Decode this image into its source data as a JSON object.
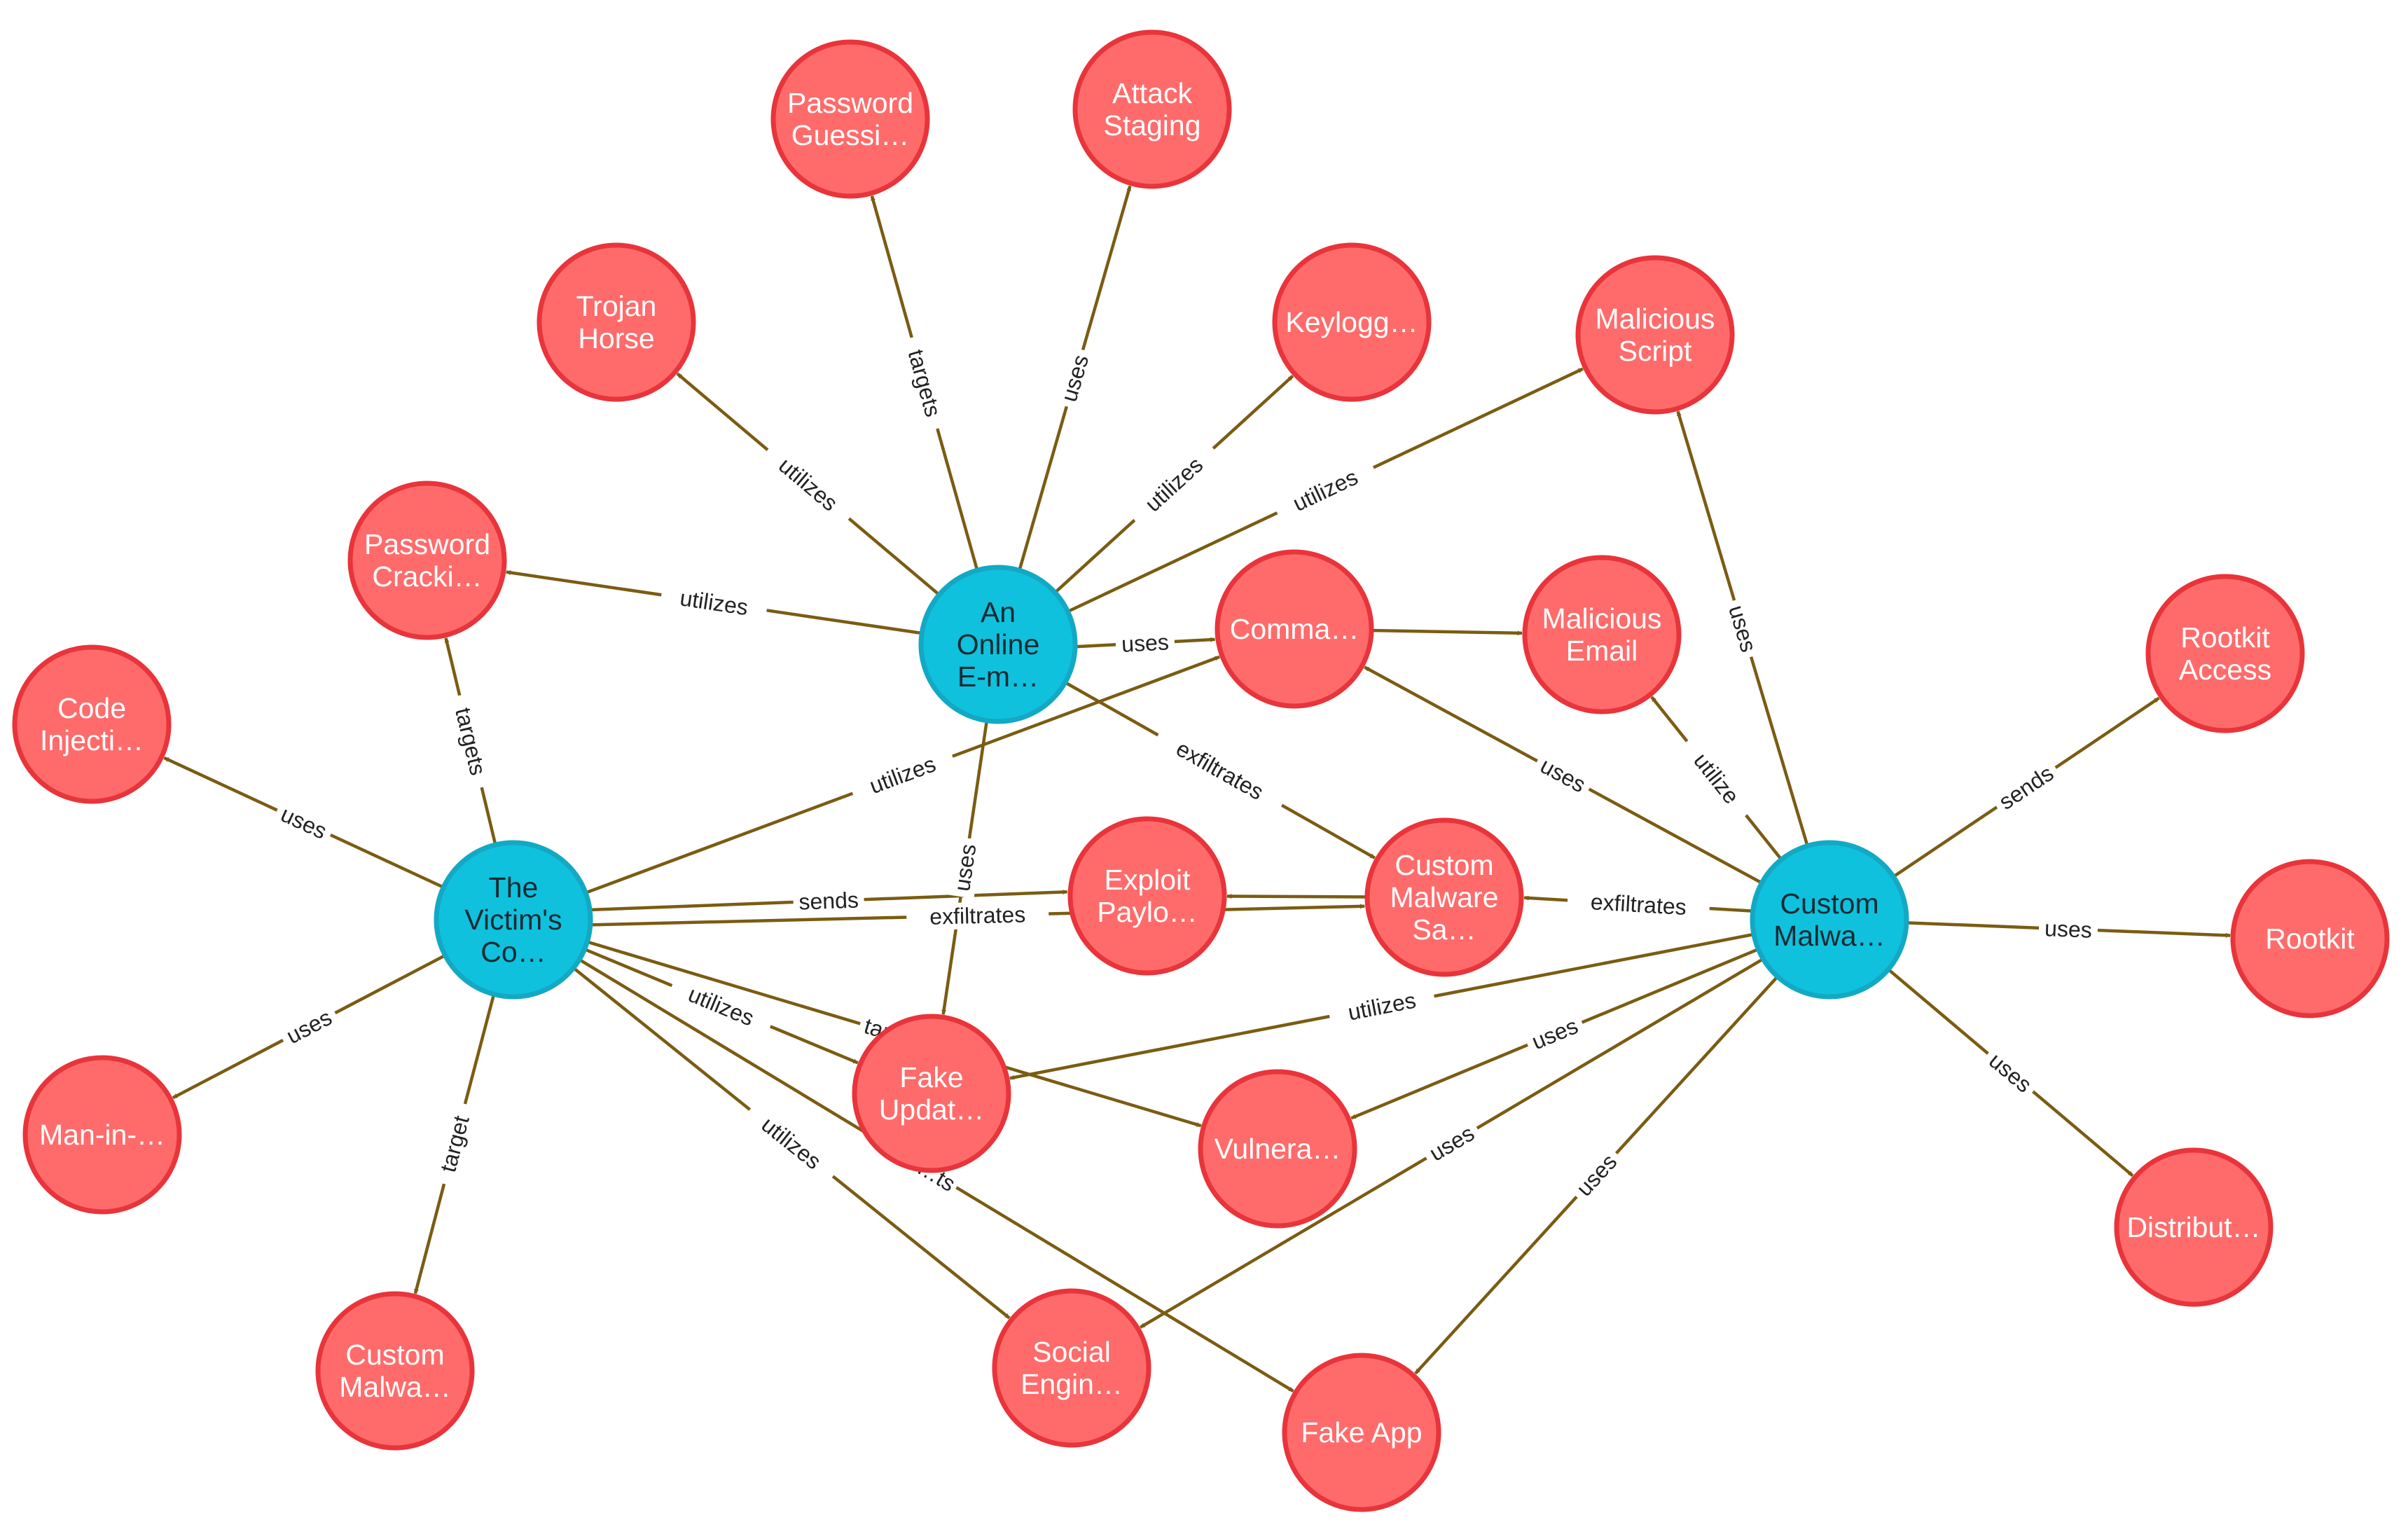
{
  "colors": {
    "entity_fill": "#ff6b6b",
    "entity_stroke": "#e8343a",
    "entity_text": "#ffffff",
    "actor_fill": "#0fc1dc",
    "actor_stroke": "#13a8c4",
    "actor_text": "#1a2a33",
    "edge": "#7a5c12",
    "edge_label_bg": "#ffffff"
  },
  "nodes": [
    {
      "id": "online",
      "kind": "actor",
      "lines": [
        "An",
        "Online",
        "E-m…"
      ]
    },
    {
      "id": "victim",
      "kind": "actor",
      "lines": [
        "The",
        "Victim's",
        "Co…"
      ]
    },
    {
      "id": "cmal",
      "kind": "actor",
      "lines": [
        "Custom",
        "Malwa…"
      ]
    },
    {
      "id": "pwguess",
      "kind": "entity",
      "lines": [
        "Password",
        "Guessi…"
      ]
    },
    {
      "id": "staging",
      "kind": "entity",
      "lines": [
        "Attack",
        "Staging"
      ]
    },
    {
      "id": "trojan",
      "kind": "entity",
      "lines": [
        "Trojan",
        "Horse"
      ]
    },
    {
      "id": "keylog",
      "kind": "entity",
      "lines": [
        "Keylogg…"
      ]
    },
    {
      "id": "malscript",
      "kind": "entity",
      "lines": [
        "Malicious",
        "Script"
      ]
    },
    {
      "id": "pwcrack",
      "kind": "entity",
      "lines": [
        "Password",
        "Cracki…"
      ]
    },
    {
      "id": "comma",
      "kind": "entity",
      "lines": [
        "Comma…"
      ]
    },
    {
      "id": "malemail",
      "kind": "entity",
      "lines": [
        "Malicious",
        "Email"
      ]
    },
    {
      "id": "rootkitacc",
      "kind": "entity",
      "lines": [
        "Rootkit",
        "Access"
      ]
    },
    {
      "id": "codeinj",
      "kind": "entity",
      "lines": [
        "Code",
        "Injecti…"
      ]
    },
    {
      "id": "exploit",
      "kind": "entity",
      "lines": [
        "Exploit",
        "Paylo…"
      ]
    },
    {
      "id": "cmsample",
      "kind": "entity",
      "lines": [
        "Custom",
        "Malware",
        "Sa…"
      ]
    },
    {
      "id": "rootkit",
      "kind": "entity",
      "lines": [
        "Rootkit"
      ]
    },
    {
      "id": "mitm",
      "kind": "entity",
      "lines": [
        "Man-in-…"
      ]
    },
    {
      "id": "fakeupd",
      "kind": "entity",
      "lines": [
        "Fake",
        "Updat…"
      ]
    },
    {
      "id": "vuln",
      "kind": "entity",
      "lines": [
        "Vulnera…"
      ]
    },
    {
      "id": "distrib",
      "kind": "entity",
      "lines": [
        "Distribut…"
      ]
    },
    {
      "id": "custmalw",
      "kind": "entity",
      "lines": [
        "Custom",
        "Malwa…"
      ]
    },
    {
      "id": "soceng",
      "kind": "entity",
      "lines": [
        "Social",
        "Engin…"
      ]
    },
    {
      "id": "fakeapp",
      "kind": "entity",
      "lines": [
        "Fake App"
      ]
    }
  ],
  "edges": [
    {
      "from": "online",
      "to": "pwguess",
      "label": "targets"
    },
    {
      "from": "online",
      "to": "staging",
      "label": "uses"
    },
    {
      "from": "online",
      "to": "trojan",
      "label": "utilizes"
    },
    {
      "from": "online",
      "to": "keylog",
      "label": "utilizes"
    },
    {
      "from": "online",
      "to": "malscript",
      "label": "utilizes"
    },
    {
      "from": "online",
      "to": "pwcrack",
      "label": "utilizes"
    },
    {
      "from": "online",
      "to": "comma",
      "label": "uses"
    },
    {
      "from": "online",
      "to": "cmsample",
      "label": "exfiltrates"
    },
    {
      "from": "online",
      "to": "fakeupd",
      "label": "uses"
    },
    {
      "from": "comma",
      "to": "malemail",
      "label": ""
    },
    {
      "from": "victim",
      "to": "pwcrack",
      "label": "targets"
    },
    {
      "from": "victim",
      "to": "codeinj",
      "label": "uses"
    },
    {
      "from": "victim",
      "to": "comma",
      "label": "utilizes"
    },
    {
      "from": "victim",
      "to": "exploit",
      "label": "sends"
    },
    {
      "from": "victim",
      "to": "cmsample",
      "label": "exfiltrates"
    },
    {
      "from": "victim",
      "to": "mitm",
      "label": "uses"
    },
    {
      "from": "victim",
      "to": "custmalw",
      "label": "target"
    },
    {
      "from": "victim",
      "to": "fakeupd",
      "label": "utilizes"
    },
    {
      "from": "victim",
      "to": "vuln",
      "label": "targ…"
    },
    {
      "from": "victim",
      "to": "soceng",
      "label": "utilizes"
    },
    {
      "from": "victim",
      "to": "fakeapp",
      "label": "…ts"
    },
    {
      "from": "cmsample",
      "to": "exploit",
      "label": ""
    },
    {
      "from": "cmal",
      "to": "malscript",
      "label": "uses"
    },
    {
      "from": "cmal",
      "to": "comma",
      "label": "uses"
    },
    {
      "from": "cmal",
      "to": "malemail",
      "label": "utilize"
    },
    {
      "from": "cmal",
      "to": "rootkitacc",
      "label": "sends"
    },
    {
      "from": "cmal",
      "to": "cmsample",
      "label": "exfiltrates"
    },
    {
      "from": "cmal",
      "to": "rootkit",
      "label": "uses"
    },
    {
      "from": "cmal",
      "to": "fakeupd",
      "label": "utilizes"
    },
    {
      "from": "cmal",
      "to": "vuln",
      "label": "uses"
    },
    {
      "from": "cmal",
      "to": "distrib",
      "label": "uses"
    },
    {
      "from": "cmal",
      "to": "soceng",
      "label": "uses"
    },
    {
      "from": "cmal",
      "to": "fakeapp",
      "label": "uses"
    }
  ]
}
